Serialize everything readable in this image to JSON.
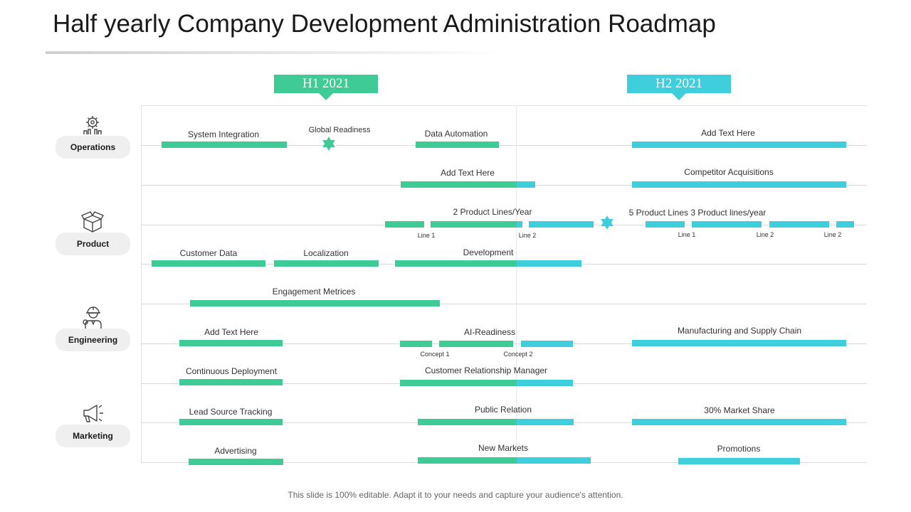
{
  "title": "Half yearly Company Development Administration Roadmap",
  "footer": "This slide is 100% editable. Adapt it to your needs and capture your audience's attention.",
  "colors": {
    "green": "#3ecb95",
    "cyan": "#3fcedb",
    "grid": "#dcdcdc",
    "pill": "#efefef"
  },
  "periods": [
    {
      "label": "H1 2021",
      "color": "#3ecb95"
    },
    {
      "label": "H2 2021",
      "color": "#3fcedb"
    }
  ],
  "categories": [
    {
      "label": "Operations",
      "icon": "gears-icon"
    },
    {
      "label": "Product",
      "icon": "box-icon"
    },
    {
      "label": "Engineering",
      "icon": "engineer-icon"
    },
    {
      "label": "Marketing",
      "icon": "megaphone-icon"
    }
  ],
  "tasks": {
    "system_integration": "System Integration",
    "global_readiness": "Global Readiness",
    "data_automation": "Data Automation",
    "add_text_1": "Add Text Here",
    "add_text_2": "Add Text Here",
    "competitor_acquisitions": "Competitor Acquisitions",
    "product_lines_2": "2 Product Lines/Year",
    "product_lines_5": "5 Product Lines 3 Product lines/year",
    "customer_data": "Customer Data",
    "localization": "Localization",
    "development": "Development",
    "engagement_metrices": "Engagement Metrices",
    "add_text_3": "Add Text Here",
    "ai_readiness": "AI-Readiness",
    "manufacturing": "Manufacturing and Supply Chain",
    "continuous_deployment": "Continuous Deployment",
    "crm": "Customer Relationship Manager",
    "lead_source": "Lead Source Tracking",
    "public_relation": "Public Relation",
    "market_share": "30% Market Share",
    "advertising": "Advertising",
    "new_markets": "New Markets",
    "promotions": "Promotions"
  },
  "sublabels": {
    "line1_a": "Line 1",
    "line2_a": "Line 2",
    "line1_b": "Line 1",
    "line2_b": "Line 2",
    "line2_c": "Line 2",
    "concept1": "Concept 1",
    "concept2": "Concept 2"
  }
}
